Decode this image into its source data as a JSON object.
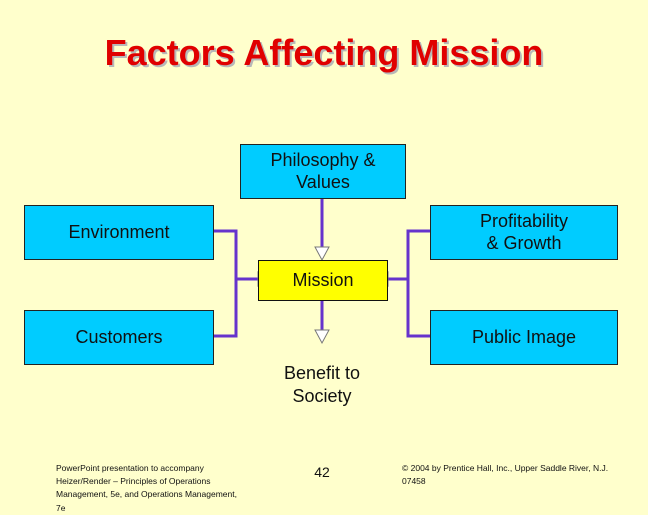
{
  "slide": {
    "title": "Factors Affecting Mission"
  },
  "diagram": {
    "nodes": {
      "philosophy": "Philosophy &\nValues",
      "environment": "Environment",
      "profitability": "Profitability\n& Growth",
      "mission": "Mission",
      "customers": "Customers",
      "public_image": "Public Image",
      "benefit": "Benefit to\nSociety"
    },
    "colors": {
      "box_fill": "#00CCFF",
      "mission_fill": "#FFFF00",
      "connector": "#6633CC",
      "title": "#E00000",
      "background": "#FFFFCC"
    }
  },
  "footer": {
    "left": "PowerPoint presentation to accompany\nHeizer/Render – Principles of Operations\nManagement, 5e, and Operations Management,\n7e",
    "page_number": "42",
    "right": "© 2004 by Prentice Hall, Inc., Upper Saddle River, N.J.\n07458"
  }
}
